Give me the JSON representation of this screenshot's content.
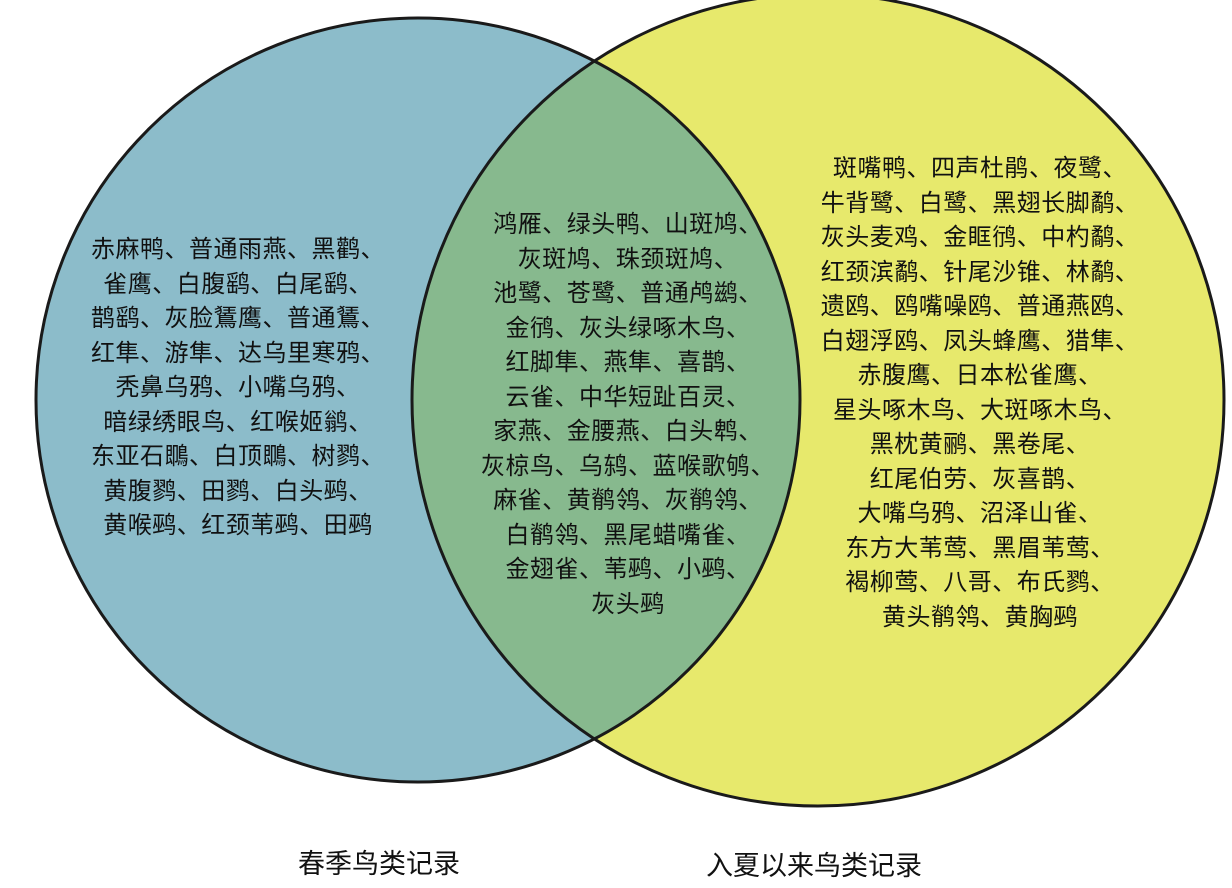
{
  "colors": {
    "left_circle": "#8cbcca",
    "right_circle": "#e7e96c",
    "overlap": "#87b98e",
    "outline": "#1a1a1a"
  },
  "regions": {
    "left_only": [
      "赤麻鸭、普通雨燕、黑鹳、",
      "雀鹰、白腹鹞、白尾鹞、",
      "鹊鹞、灰脸鵟鹰、普通鵟、",
      "红隼、游隼、达乌里寒鸦、",
      "秃鼻乌鸦、小嘴乌鸦、",
      "暗绿绣眼鸟、红喉姬鹟、",
      "东亚石䳭、白顶䳭、树鹨、",
      "黄腹鹨、田鹨、白头鹀、",
      "黄喉鹀、红颈苇鹀、田鹀"
    ],
    "overlap": [
      "鸿雁、绿头鸭、山斑鸠、",
      "灰斑鸠、珠颈斑鸠、",
      "池鹭、苍鹭、普通鸬鹚、",
      "金鸻、灰头绿啄木鸟、",
      "红脚隼、燕隼、喜鹊、",
      "云雀、中华短趾百灵、",
      "家燕、金腰燕、白头鹎、",
      "灰椋鸟、乌鸫、蓝喉歌鸲、",
      "麻雀、黄鹡鸰、灰鹡鸰、",
      "白鹡鸰、黑尾蜡嘴雀、",
      "金翅雀、苇鹀、小鹀、",
      "灰头鹀"
    ],
    "right_only": [
      "斑嘴鸭、四声杜鹃、夜鹭、",
      "牛背鹭、白鹭、黑翅长脚鹬、",
      "灰头麦鸡、金眶鸻、中杓鹬、",
      "红颈滨鹬、针尾沙锥、林鹬、",
      "遗鸥、鸥嘴噪鸥、普通燕鸥、",
      "白翅浮鸥、凤头蜂鹰、猎隼、",
      "赤腹鹰、日本松雀鹰、",
      "星头啄木鸟、大斑啄木鸟、",
      "黑枕黄鹂、黑卷尾、",
      "红尾伯劳、灰喜鹊、",
      "大嘴乌鸦、沼泽山雀、",
      "东方大苇莺、黑眉苇莺、",
      "褐柳莺、八哥、布氏鹨、",
      "黄头鹡鸰、黄胸鹀"
    ]
  },
  "captions": {
    "left": "春季鸟类记录",
    "right": "入夏以来鸟类记录"
  }
}
